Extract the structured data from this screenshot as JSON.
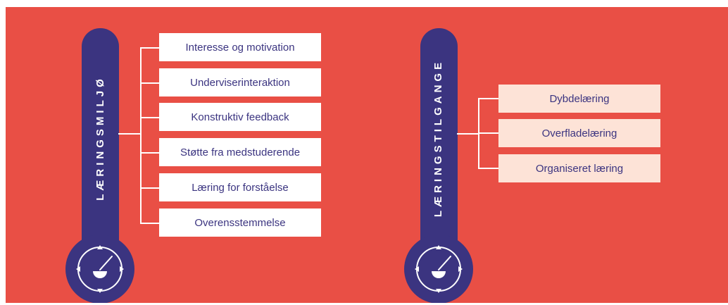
{
  "left_thermometer": {
    "label": "LÆRINGSMILJØ",
    "icon": "gauge-icon",
    "items": [
      "Interesse og motivation",
      "Underviserinteraktion",
      "Konstruktiv feedback",
      "Støtte fra medstuderende",
      "Læring for forståelse",
      "Overensstemmelse"
    ]
  },
  "right_thermometer": {
    "label": "LÆRINGSTILGANGE",
    "icon": "gauge-icon",
    "items": [
      "Dybdelæring",
      "Overfladelæring",
      "Organiseret læring"
    ]
  },
  "colors": {
    "background": "#e94f45",
    "thermometer": "#3b3480",
    "left_box": "#ffffff",
    "right_box": "#fde3d7",
    "text": "#3b3480"
  }
}
